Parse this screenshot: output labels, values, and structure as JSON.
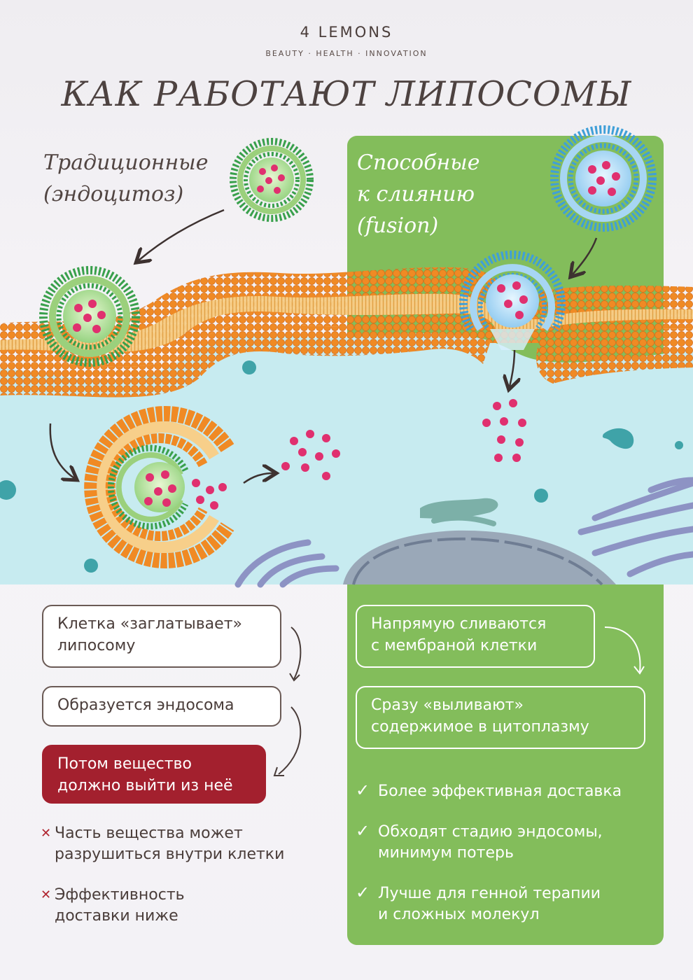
{
  "header": {
    "brand": "4 LEMONS",
    "tagline": "BEAUTY · HEALTH · INNOVATION",
    "title": "КАК РАБОТАЮТ ЛИПОСОМЫ"
  },
  "traditional": {
    "heading_line1": "Традиционные",
    "heading_line2": "(эндоцитоз)",
    "steps": [
      {
        "line1": "Клетка «заглатывает»",
        "line2": "липосому"
      },
      {
        "line1": "Образуется эндосома"
      },
      {
        "line1": "Потом вещество",
        "line2": "должно выйти из неё"
      }
    ],
    "drawbacks": [
      {
        "line1": "Часть вещества может",
        "line2": "разрушиться внутри клетки"
      },
      {
        "line1": "Эффективность",
        "line2": "доставки ниже"
      }
    ]
  },
  "fusion": {
    "heading_line1": "Способные",
    "heading_line2": "к слиянию",
    "heading_line3": "(fusion)",
    "steps": [
      {
        "line1": "Напрямую сливаются",
        "line2": "с мембраной клетки"
      },
      {
        "line1": "Сразу «выливают»",
        "line2": "содержимое в цитоплазму"
      }
    ],
    "benefits": [
      {
        "line1": "Более эффективная доставка"
      },
      {
        "line1": "Обходят стадию эндосомы,",
        "line2": "минимум потерь"
      },
      {
        "line1": "Лучше для генной терапии",
        "line2": "и сложных молекул"
      }
    ]
  },
  "colors": {
    "green_panel": "#83bd5b",
    "membrane_orange": "#f08a24",
    "cytoplasm": "#c7ebf0",
    "liposome_green": "#3aa24e",
    "liposome_blue": "#3f9fd8",
    "cargo_pink": "#e0306f",
    "warning_red": "#a3202e"
  },
  "icons": {
    "step_arrow": "curved-arrow-icon",
    "drawback": "cross-icon",
    "benefit": "check-icon"
  }
}
